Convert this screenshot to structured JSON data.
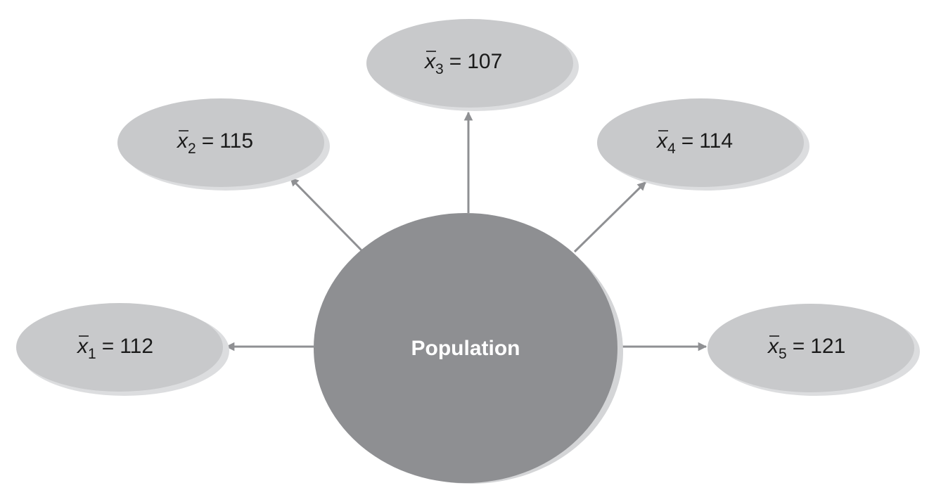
{
  "population": {
    "label": "Population",
    "color": "#8e8f92"
  },
  "samples": [
    {
      "mean_symbol": "x",
      "subscript": "1",
      "equals": "=",
      "value": "112"
    },
    {
      "mean_symbol": "x",
      "subscript": "2",
      "equals": "=",
      "value": "115"
    },
    {
      "mean_symbol": "x",
      "subscript": "3",
      "equals": "=",
      "value": "107"
    },
    {
      "mean_symbol": "x",
      "subscript": "4",
      "equals": "=",
      "value": "114"
    },
    {
      "mean_symbol": "x",
      "subscript": "5",
      "equals": "=",
      "value": "121"
    }
  ],
  "colors": {
    "sample_fill": "#c8c9cb",
    "sample_shadow": "#dcdddf",
    "arrow": "#8f9093",
    "population_shadow": "#d4d5d7"
  }
}
